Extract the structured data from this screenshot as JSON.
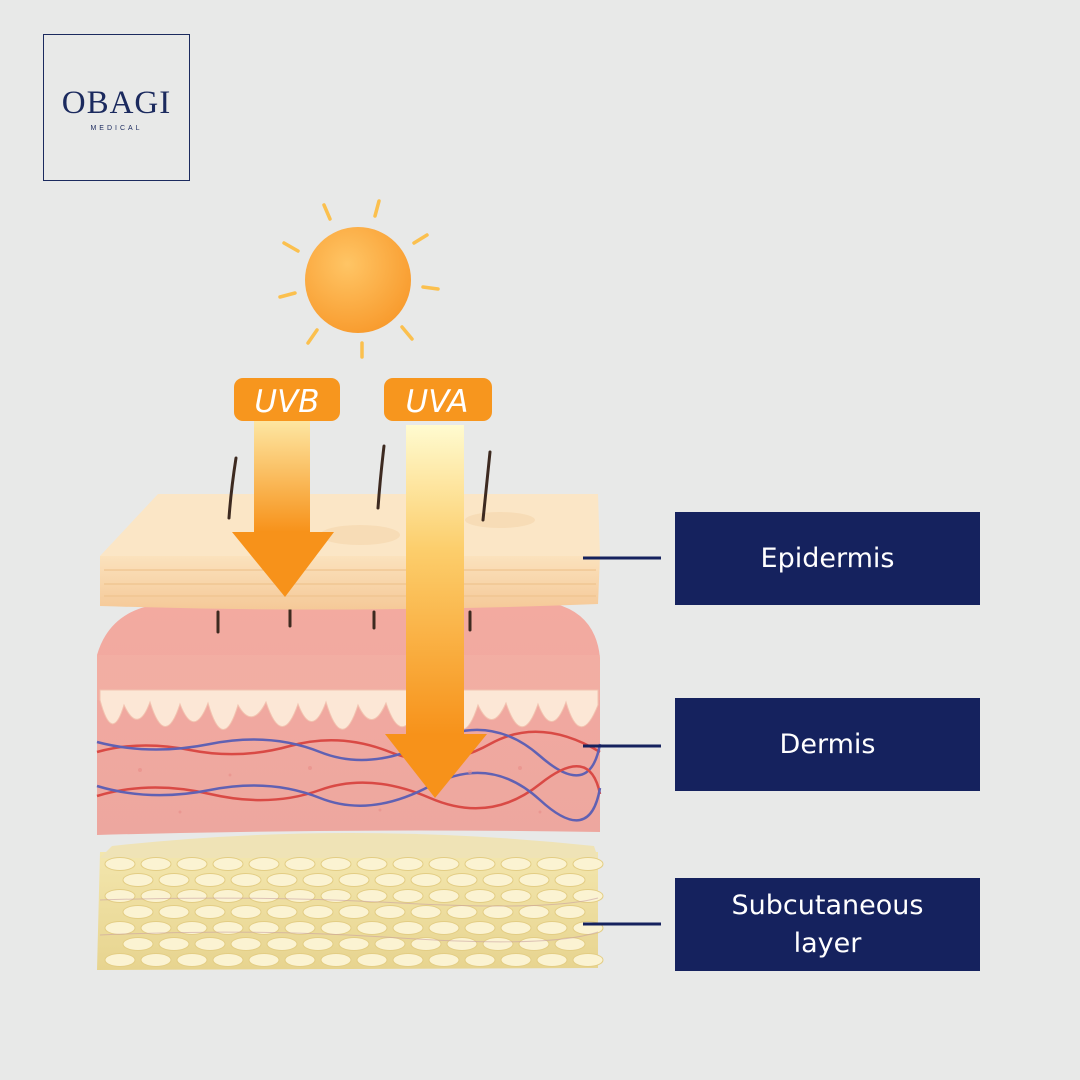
{
  "logo": {
    "brand": "OBAGI",
    "sub": "MEDICAL"
  },
  "rays": {
    "uvb": "UVB",
    "uva": "UVA"
  },
  "layers": {
    "epidermis": "Epidermis",
    "dermis": "Dermis",
    "subcutaneous": "Subcutaneous layer"
  },
  "colors": {
    "label_bg": "#15225e",
    "background": "#e8e9e8",
    "sun": "#f9a63a",
    "arrow": "#f7961e"
  }
}
